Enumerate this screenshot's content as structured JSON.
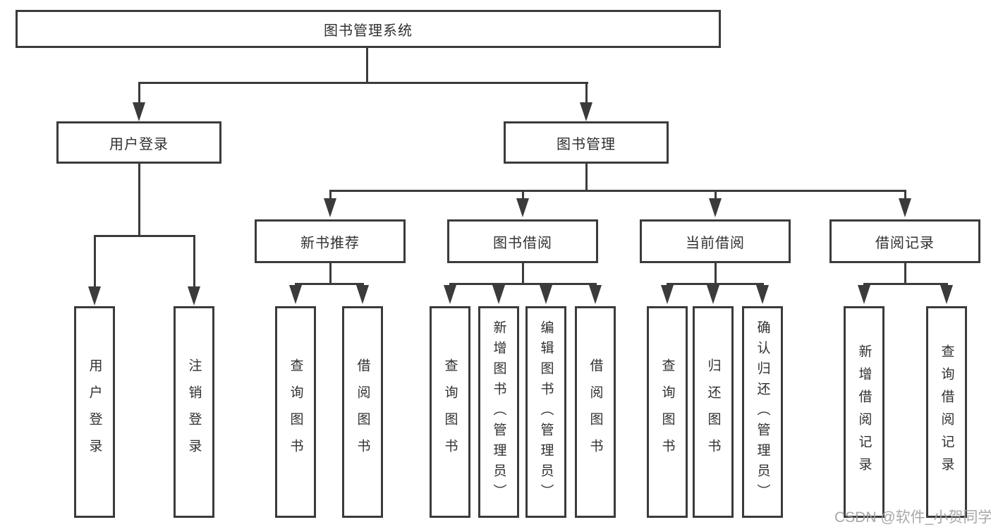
{
  "diagram_type": "hierarchy-tree",
  "nodes": {
    "root": "图书管理系统",
    "user_login": "用户登录",
    "book_mgmt": "图书管理",
    "new_book_rec": "新书推荐",
    "book_borrow": "图书借阅",
    "current_borrow": "当前借阅",
    "borrow_records": "借阅记录",
    "ul_user_login": "用户登录",
    "ul_logout": "注销登录",
    "nbr_query_books": "查询图书",
    "nbr_borrow_books": "借阅图书",
    "bb_query_books": "查询图书",
    "bb_add_books": "新增图书（管理员）",
    "bb_edit_books": "编辑图书（管理员）",
    "bb_borrow_books": "借阅图书",
    "cb_query_books": "查询图书",
    "cb_return_books": "归还图书",
    "cb_confirm_return": "确认归还（管理员）",
    "br_add_record": "新增借阅记录",
    "br_query_record": "查询借阅记录"
  },
  "hierarchy": {
    "图书管理系统": {
      "用户登录": [
        "用户登录",
        "注销登录"
      ],
      "图书管理": {
        "新书推荐": [
          "查询图书",
          "借阅图书"
        ],
        "图书借阅": [
          "查询图书",
          "新增图书（管理员）",
          "编辑图书（管理员）",
          "借阅图书"
        ],
        "当前借阅": [
          "查询图书",
          "归还图书",
          "确认归还（管理员）"
        ],
        "借阅记录": [
          "新增借阅记录",
          "查询借阅记录"
        ]
      }
    }
  },
  "watermark": "CSDN @软件_小贺同学",
  "colors": {
    "line": "#3b3b3b",
    "box_border": "#3b3b3b",
    "text": "#303030",
    "watermark": "#9f9f9f",
    "background": "#ffffff"
  }
}
